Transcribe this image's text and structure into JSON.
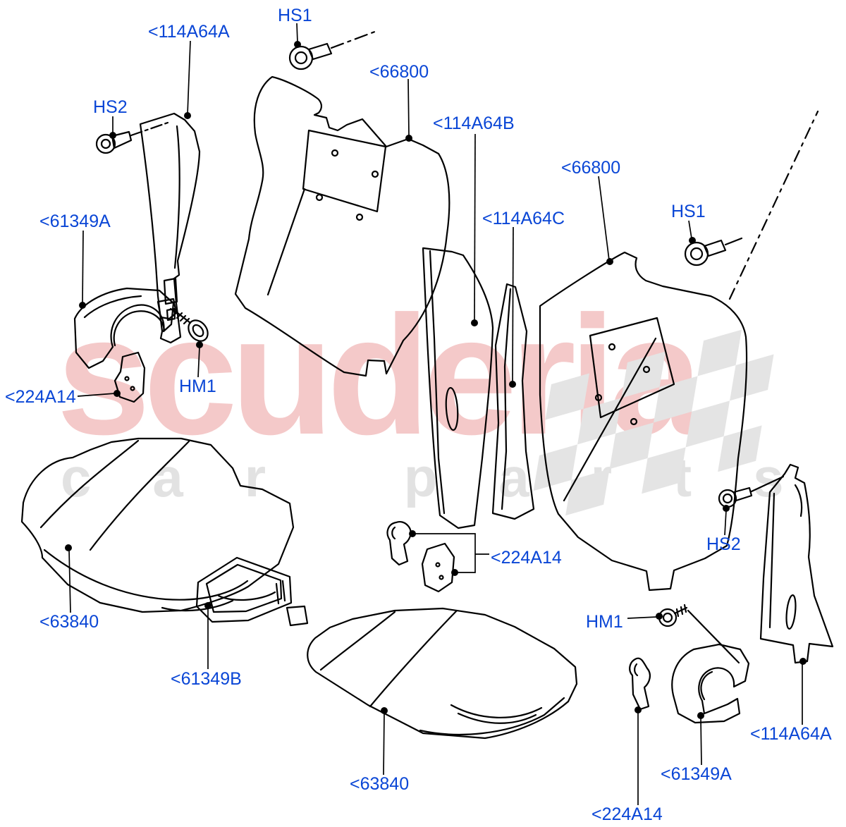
{
  "watermark": {
    "brand": "scuderia",
    "sub": "car parts"
  },
  "colors": {
    "label_blue": "#0a46d6",
    "line_black": "#000000",
    "watermark_pink": "#f2bcbc",
    "watermark_gray": "#dedede",
    "flag_gray": "#e4e4e4"
  },
  "labels": [
    {
      "name": "pillar-trim-upper-left",
      "text": "<114A64A"
    },
    {
      "name": "bolt-top",
      "text": "HS1"
    },
    {
      "name": "seat-back-left",
      "text": "<66800"
    },
    {
      "name": "mid-trim-panel",
      "text": "<114A64B"
    },
    {
      "name": "seat-back-right",
      "text": "<66800"
    },
    {
      "name": "mid-trim-strip",
      "text": "<114A64C"
    },
    {
      "name": "bolt-right",
      "text": "HS1"
    },
    {
      "name": "arch-trim-left",
      "text": "<61349A"
    },
    {
      "name": "bracket-left",
      "text": "<224A14"
    },
    {
      "name": "screw-left",
      "text": "HM1"
    },
    {
      "name": "cushion-left",
      "text": "<63840"
    },
    {
      "name": "tray-center",
      "text": "<61349B"
    },
    {
      "name": "bracket-center",
      "text": "<224A14"
    },
    {
      "name": "bolt-upper-left",
      "text": "HS2"
    },
    {
      "name": "bolt-lower-right",
      "text": "HS2"
    },
    {
      "name": "screw-right",
      "text": "HM1"
    },
    {
      "name": "pillar-trim-lower-right",
      "text": "<114A64A"
    },
    {
      "name": "arch-trim-right",
      "text": "<61349A"
    },
    {
      "name": "bracket-right",
      "text": "<224A14"
    },
    {
      "name": "cushion-center",
      "text": "<63840"
    }
  ]
}
